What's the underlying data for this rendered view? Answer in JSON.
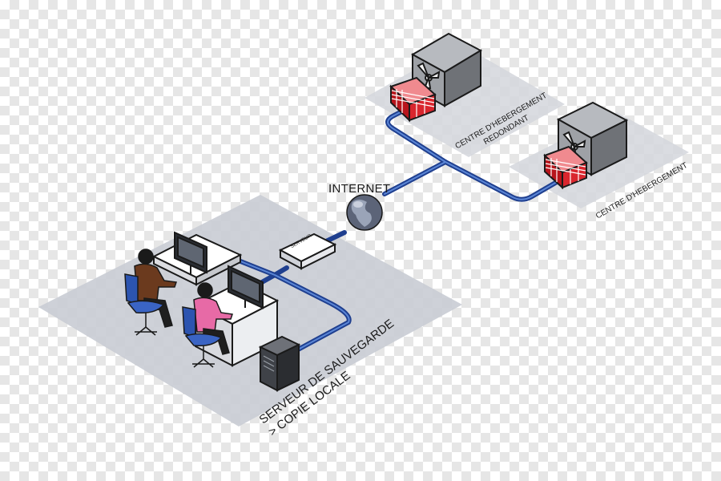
{
  "labels": {
    "internet": "INTERNET",
    "hosting_redundant_line1": "CENTRE D'HEBERGEMENT",
    "hosting_redundant_line2": "REDONDANT",
    "hosting_primary": "CENTRE D'HEBERGEMENT",
    "server_box": "SERVEUR",
    "backup_server_line1": "SERVEUR DE SAUVEGARDE",
    "backup_server_line2": "> COPIE LOCALE"
  },
  "colors": {
    "network_cable": "#1f3f8f",
    "cable_highlight": "#5b86d6",
    "firewall": "#d9262e",
    "zone_shadow": "#c9ccd4",
    "server_cube": "#8a8d93"
  },
  "icons": [
    "globe-icon",
    "firewall-icon",
    "fan-icon",
    "server-tower-icon",
    "monitor-icon",
    "office-chair-icon",
    "network-box-icon"
  ]
}
